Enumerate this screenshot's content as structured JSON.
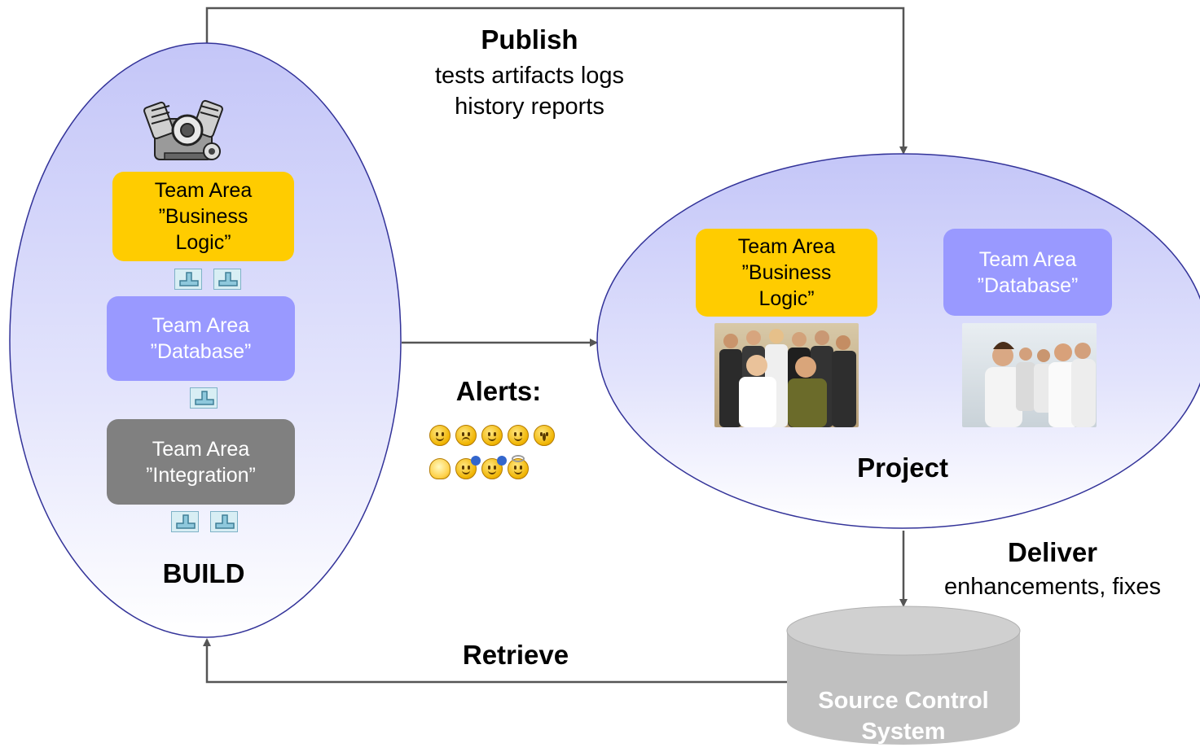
{
  "publish": {
    "title": "Publish",
    "line1": "tests artifacts logs",
    "line2": "history reports"
  },
  "alerts": {
    "title": "Alerts:",
    "row1": [
      "puzzled-face-icon",
      "sad-face-icon",
      "smile-face-icon",
      "wink-face-icon",
      "surprised-face-icon"
    ],
    "row2": [
      "lightbulb-icon",
      "face-check-icon",
      "face-x-icon",
      "angel-face-icon"
    ]
  },
  "build": {
    "label": "BUILD",
    "team_business": {
      "line1": "Team Area",
      "line2": "”Business",
      "line3": "Logic”"
    },
    "team_database": {
      "line1": "Team Area",
      "line2": "”Database”"
    },
    "team_integration": {
      "line1": "Team Area",
      "line2": "”Integration”"
    }
  },
  "project": {
    "label": "Project",
    "team_business": {
      "line1": "Team Area",
      "line2": "”Business",
      "line3": "Logic”"
    },
    "team_database": {
      "line1": "Team Area",
      "line2": "”Database”"
    }
  },
  "deliver": {
    "title": "Deliver",
    "subtitle": "enhancements, fixes"
  },
  "retrieve": {
    "title": "Retrieve"
  },
  "source_control": {
    "line1": "Source Control",
    "line2": "System"
  },
  "colors": {
    "ellipse_fill_top": "#ccccff",
    "ellipse_fill_bottom": "#ffffff",
    "ellipse_stroke": "#333399",
    "arrow": "#555555",
    "team_yellow": "#ffcc00",
    "team_purple": "#9999ff",
    "team_gray": "#808080",
    "cylinder": "#c0c0c0"
  }
}
